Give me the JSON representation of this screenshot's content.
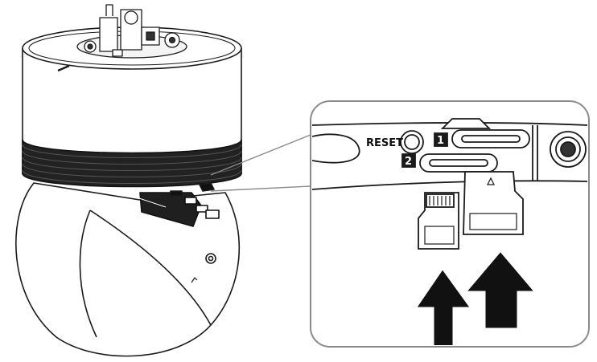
{
  "labels": {
    "reset": "RESET",
    "slot_1": "1",
    "slot_2": "2"
  },
  "colors": {
    "line": "#1a1a1a",
    "fill": "#ffffff",
    "grey": "#d9d9d9",
    "arrow": "#111111"
  }
}
